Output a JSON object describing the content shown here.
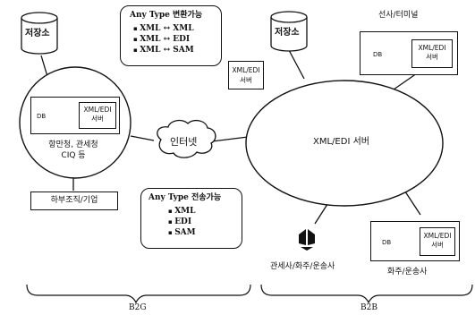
{
  "storage_left": "저장소",
  "storage_right": "저장소",
  "any_type_convert": {
    "title": "Any Type 변환가능",
    "items": [
      "XML ↔ XML",
      "XML ↔ EDI",
      "XML ↔ SAM"
    ]
  },
  "any_type_transfer": {
    "title": "Any Type 전송가능",
    "items": [
      "XML",
      "EDI",
      "SAM"
    ]
  },
  "left_node": {
    "db": "DB",
    "server": "XML/EDI 서버",
    "caption": "항만청, 관세청\nCIQ 등"
  },
  "sub_org": "하부조직/기업",
  "internet": "인터넷",
  "center_server": "XML/EDI 서버",
  "small_server": "XML/EDI 서버",
  "top_right": {
    "caption": "선사/터미널",
    "db": "DB",
    "server": "XML/EDI 서버"
  },
  "bottom_right": {
    "caption": "화주/운송사",
    "db": "DB",
    "server": "XML/EDI 서버"
  },
  "customs_caption": "관세사/화주/운송사",
  "b2g": "B2G",
  "b2b": "B2B"
}
